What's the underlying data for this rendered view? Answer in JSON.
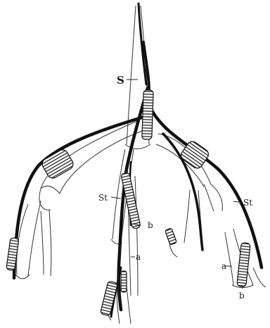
{
  "figure": {
    "labels": {
      "s": "S",
      "st_left": "St",
      "st_right": "St",
      "b_center": "b",
      "b_right": "b",
      "a_center": "a",
      "a_right": "a"
    }
  }
}
